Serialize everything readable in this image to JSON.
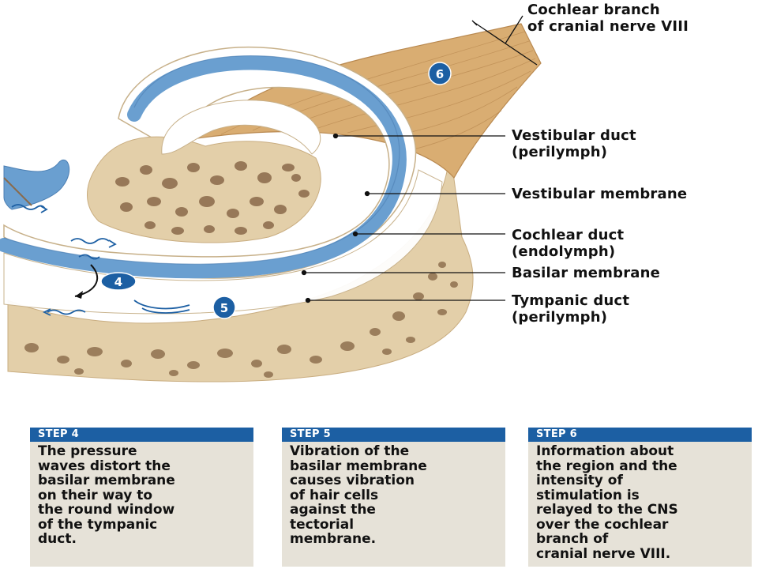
{
  "labels": {
    "cochlear_branch": [
      "Cochlear branch",
      "of cranial nerve VIII"
    ],
    "vestibular_duct": [
      "Vestibular duct",
      "(perilymph)"
    ],
    "vestibular_membrane": [
      "Vestibular membrane"
    ],
    "cochlear_duct": [
      "Cochlear duct",
      "(endolymph)"
    ],
    "basilar_membrane": [
      "Basilar membrane"
    ],
    "tympanic_duct": [
      "Tympanic duct",
      "(perilymph)"
    ]
  },
  "markers": {
    "m4": "4",
    "m5": "5",
    "m6": "6"
  },
  "steps": [
    {
      "title": "STEP 4",
      "lines": [
        "The pressure",
        "waves distort the",
        "basilar membrane",
        "on their way to",
        "the round window",
        "of the tympanic",
        "duct."
      ]
    },
    {
      "title": "STEP 5",
      "lines": [
        "Vibration of the",
        "basilar membrane",
        "causes vibration",
        "of hair cells",
        "against the",
        "tectorial",
        "membrane."
      ]
    },
    {
      "title": "STEP 6",
      "lines": [
        "Information about",
        "the region and the",
        "intensity of",
        "stimulation is",
        "relayed to the CNS",
        "over the cochlear",
        "branch of",
        "cranial nerve VIII."
      ]
    }
  ],
  "colors": {
    "bone": "#e3cfa9",
    "membrane_blue": "#6a9fd0",
    "nerve": "#d9ad72",
    "marker": "#1c5fa3",
    "step_header": "#1c5fa3",
    "step_box": "#e6e2d8"
  }
}
